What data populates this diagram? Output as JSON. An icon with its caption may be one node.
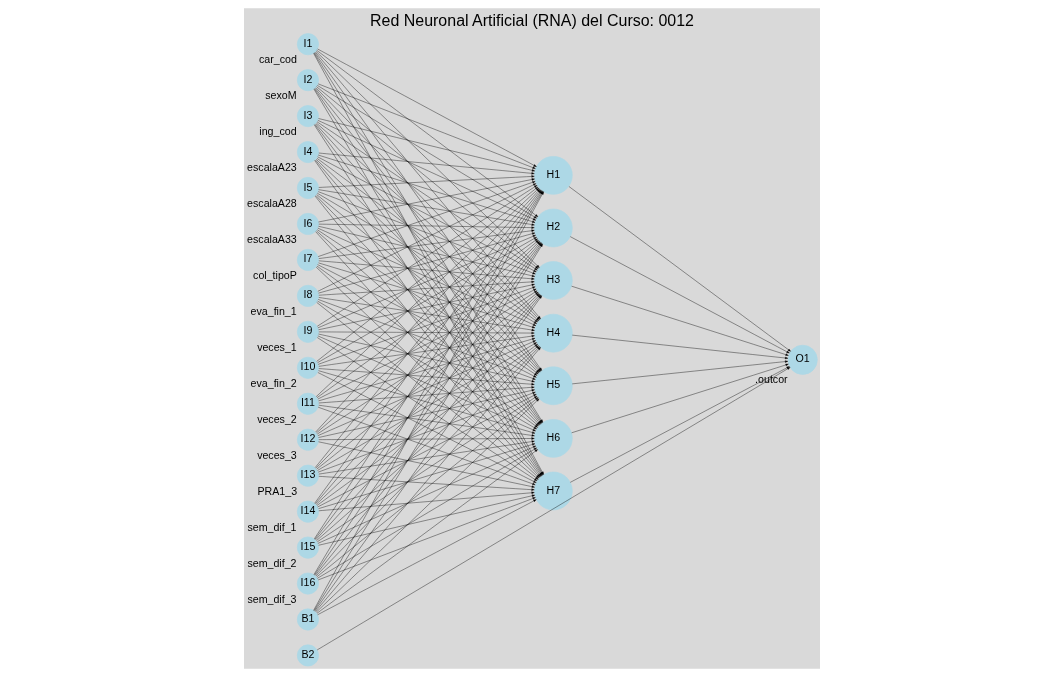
{
  "diagram": {
    "title": "Red Neuronal Artificial (RNA) del Curso: 0012",
    "nodes": [
      {
        "text": [
          "I1"
        ],
        "beside": [
          "car_cod"
        ]
      },
      {
        "text": [
          "I2"
        ],
        "beside": [
          "sexoM"
        ]
      },
      {
        "text": [
          "I3"
        ],
        "beside": [
          "ing_cod"
        ]
      },
      {
        "text": [
          "I4"
        ],
        "beside": [
          "escalaA23"
        ]
      },
      {
        "text": [
          "I5"
        ],
        "beside": [
          "escalaA28"
        ]
      },
      {
        "text": [
          "I6"
        ],
        "beside": [
          "escalaA33"
        ]
      },
      {
        "text": [
          "I7"
        ],
        "beside": [
          "col_tipoP"
        ]
      },
      {
        "text": [
          "I8"
        ],
        "beside": [
          "eva_fin_1"
        ]
      },
      {
        "text": [
          "I9"
        ],
        "beside": [
          "veces_1"
        ]
      },
      {
        "text": [
          "I10"
        ],
        "beside": [
          "eva_fin_2"
        ]
      },
      {
        "text": [
          "I11"
        ],
        "beside": [
          "veces_2"
        ]
      },
      {
        "text": [
          "I12"
        ],
        "beside": [
          "veces_3"
        ]
      },
      {
        "text": [
          "I13"
        ],
        "beside": [
          "PRA1_3"
        ]
      },
      {
        "text": [
          "I14"
        ],
        "beside": [
          "sem_dif_1"
        ]
      },
      {
        "text": [
          "I15"
        ],
        "beside": [
          "sem_dif_2"
        ]
      },
      {
        "text": [
          "I16"
        ],
        "beside": [
          "sem_dif_3"
        ]
      },
      {
        "text": [
          "B1"
        ]
      },
      {
        "text": [
          "H1"
        ]
      },
      {
        "text": [
          "H2"
        ]
      },
      {
        "text": [
          "H3"
        ]
      },
      {
        "text": [
          "H4"
        ]
      },
      {
        "text": [
          "H5"
        ]
      },
      {
        "text": [
          "H6"
        ]
      },
      {
        "text": [
          "H7"
        ]
      },
      {
        "text": [
          "B2"
        ]
      },
      {
        "text": [
          "O1"
        ],
        "beside": [
          ".outcor"
        ]
      }
    ],
    "edges": [
      {
        "from": 0,
        "to": 17,
        "arrow": "to"
      },
      {
        "from": 0,
        "to": 18,
        "arrow": "to"
      },
      {
        "from": 0,
        "to": 19,
        "arrow": "to"
      },
      {
        "from": 0,
        "to": 20,
        "arrow": "to"
      },
      {
        "from": 0,
        "to": 21,
        "arrow": "to"
      },
      {
        "from": 0,
        "to": 22,
        "arrow": "to"
      },
      {
        "from": 0,
        "to": 23,
        "arrow": "to"
      },
      {
        "from": 1,
        "to": 17,
        "arrow": "to"
      },
      {
        "from": 1,
        "to": 18,
        "arrow": "to"
      },
      {
        "from": 1,
        "to": 19,
        "arrow": "to"
      },
      {
        "from": 1,
        "to": 20,
        "arrow": "to"
      },
      {
        "from": 1,
        "to": 21,
        "arrow": "to"
      },
      {
        "from": 1,
        "to": 22,
        "arrow": "to"
      },
      {
        "from": 1,
        "to": 23,
        "arrow": "to"
      },
      {
        "from": 2,
        "to": 17,
        "arrow": "to"
      },
      {
        "from": 2,
        "to": 18,
        "arrow": "to"
      },
      {
        "from": 2,
        "to": 19,
        "arrow": "to"
      },
      {
        "from": 2,
        "to": 20,
        "arrow": "to"
      },
      {
        "from": 2,
        "to": 21,
        "arrow": "to"
      },
      {
        "from": 2,
        "to": 22,
        "arrow": "to"
      },
      {
        "from": 2,
        "to": 23,
        "arrow": "to"
      },
      {
        "from": 3,
        "to": 17,
        "arrow": "to"
      },
      {
        "from": 3,
        "to": 18,
        "arrow": "to"
      },
      {
        "from": 3,
        "to": 19,
        "arrow": "to"
      },
      {
        "from": 3,
        "to": 20,
        "arrow": "to"
      },
      {
        "from": 3,
        "to": 21,
        "arrow": "to"
      },
      {
        "from": 3,
        "to": 22,
        "arrow": "to"
      },
      {
        "from": 3,
        "to": 23,
        "arrow": "to"
      },
      {
        "from": 4,
        "to": 17,
        "arrow": "to"
      },
      {
        "from": 4,
        "to": 18,
        "arrow": "to"
      },
      {
        "from": 4,
        "to": 19,
        "arrow": "to"
      },
      {
        "from": 4,
        "to": 20,
        "arrow": "to"
      },
      {
        "from": 4,
        "to": 21,
        "arrow": "to"
      },
      {
        "from": 4,
        "to": 22,
        "arrow": "to"
      },
      {
        "from": 4,
        "to": 23,
        "arrow": "to"
      },
      {
        "from": 5,
        "to": 17,
        "arrow": "to"
      },
      {
        "from": 5,
        "to": 18,
        "arrow": "to"
      },
      {
        "from": 5,
        "to": 19,
        "arrow": "to"
      },
      {
        "from": 5,
        "to": 20,
        "arrow": "to"
      },
      {
        "from": 5,
        "to": 21,
        "arrow": "to"
      },
      {
        "from": 5,
        "to": 22,
        "arrow": "to"
      },
      {
        "from": 5,
        "to": 23,
        "arrow": "to"
      },
      {
        "from": 6,
        "to": 17,
        "arrow": "to"
      },
      {
        "from": 6,
        "to": 18,
        "arrow": "to"
      },
      {
        "from": 6,
        "to": 19,
        "arrow": "to"
      },
      {
        "from": 6,
        "to": 20,
        "arrow": "to"
      },
      {
        "from": 6,
        "to": 21,
        "arrow": "to"
      },
      {
        "from": 6,
        "to": 22,
        "arrow": "to"
      },
      {
        "from": 6,
        "to": 23,
        "arrow": "to"
      },
      {
        "from": 7,
        "to": 17,
        "arrow": "to"
      },
      {
        "from": 7,
        "to": 18,
        "arrow": "to"
      },
      {
        "from": 7,
        "to": 19,
        "arrow": "to"
      },
      {
        "from": 7,
        "to": 20,
        "arrow": "to"
      },
      {
        "from": 7,
        "to": 21,
        "arrow": "to"
      },
      {
        "from": 7,
        "to": 22,
        "arrow": "to"
      },
      {
        "from": 7,
        "to": 23,
        "arrow": "to"
      },
      {
        "from": 8,
        "to": 17,
        "arrow": "to"
      },
      {
        "from": 8,
        "to": 18,
        "arrow": "to"
      },
      {
        "from": 8,
        "to": 19,
        "arrow": "to"
      },
      {
        "from": 8,
        "to": 20,
        "arrow": "to"
      },
      {
        "from": 8,
        "to": 21,
        "arrow": "to"
      },
      {
        "from": 8,
        "to": 22,
        "arrow": "to"
      },
      {
        "from": 8,
        "to": 23,
        "arrow": "to"
      },
      {
        "from": 9,
        "to": 17,
        "arrow": "to"
      },
      {
        "from": 9,
        "to": 18,
        "arrow": "to"
      },
      {
        "from": 9,
        "to": 19,
        "arrow": "to"
      },
      {
        "from": 9,
        "to": 20,
        "arrow": "to"
      },
      {
        "from": 9,
        "to": 21,
        "arrow": "to"
      },
      {
        "from": 9,
        "to": 22,
        "arrow": "to"
      },
      {
        "from": 9,
        "to": 23,
        "arrow": "to"
      },
      {
        "from": 10,
        "to": 17,
        "arrow": "to"
      },
      {
        "from": 10,
        "to": 18,
        "arrow": "to"
      },
      {
        "from": 10,
        "to": 19,
        "arrow": "to"
      },
      {
        "from": 10,
        "to": 20,
        "arrow": "to"
      },
      {
        "from": 10,
        "to": 21,
        "arrow": "to"
      },
      {
        "from": 10,
        "to": 22,
        "arrow": "to"
      },
      {
        "from": 10,
        "to": 23,
        "arrow": "to"
      },
      {
        "from": 11,
        "to": 17,
        "arrow": "to"
      },
      {
        "from": 11,
        "to": 18,
        "arrow": "to"
      },
      {
        "from": 11,
        "to": 19,
        "arrow": "to"
      },
      {
        "from": 11,
        "to": 20,
        "arrow": "to"
      },
      {
        "from": 11,
        "to": 21,
        "arrow": "to"
      },
      {
        "from": 11,
        "to": 22,
        "arrow": "to"
      },
      {
        "from": 11,
        "to": 23,
        "arrow": "to"
      },
      {
        "from": 12,
        "to": 17,
        "arrow": "to"
      },
      {
        "from": 12,
        "to": 18,
        "arrow": "to"
      },
      {
        "from": 12,
        "to": 19,
        "arrow": "to"
      },
      {
        "from": 12,
        "to": 20,
        "arrow": "to"
      },
      {
        "from": 12,
        "to": 21,
        "arrow": "to"
      },
      {
        "from": 12,
        "to": 22,
        "arrow": "to"
      },
      {
        "from": 12,
        "to": 23,
        "arrow": "to"
      },
      {
        "from": 13,
        "to": 17,
        "arrow": "to"
      },
      {
        "from": 13,
        "to": 18,
        "arrow": "to"
      },
      {
        "from": 13,
        "to": 19,
        "arrow": "to"
      },
      {
        "from": 13,
        "to": 20,
        "arrow": "to"
      },
      {
        "from": 13,
        "to": 21,
        "arrow": "to"
      },
      {
        "from": 13,
        "to": 22,
        "arrow": "to"
      },
      {
        "from": 13,
        "to": 23,
        "arrow": "to"
      },
      {
        "from": 14,
        "to": 17,
        "arrow": "to"
      },
      {
        "from": 14,
        "to": 18,
        "arrow": "to"
      },
      {
        "from": 14,
        "to": 19,
        "arrow": "to"
      },
      {
        "from": 14,
        "to": 20,
        "arrow": "to"
      },
      {
        "from": 14,
        "to": 21,
        "arrow": "to"
      },
      {
        "from": 14,
        "to": 22,
        "arrow": "to"
      },
      {
        "from": 14,
        "to": 23,
        "arrow": "to"
      },
      {
        "from": 15,
        "to": 17,
        "arrow": "to"
      },
      {
        "from": 15,
        "to": 18,
        "arrow": "to"
      },
      {
        "from": 15,
        "to": 19,
        "arrow": "to"
      },
      {
        "from": 15,
        "to": 20,
        "arrow": "to"
      },
      {
        "from": 15,
        "to": 21,
        "arrow": "to"
      },
      {
        "from": 15,
        "to": 22,
        "arrow": "to"
      },
      {
        "from": 15,
        "to": 23,
        "arrow": "to"
      },
      {
        "from": 16,
        "to": 17,
        "arrow": "to"
      },
      {
        "from": 16,
        "to": 18,
        "arrow": "to"
      },
      {
        "from": 16,
        "to": 19,
        "arrow": "to"
      },
      {
        "from": 16,
        "to": 20,
        "arrow": "to"
      },
      {
        "from": 16,
        "to": 21,
        "arrow": "to"
      },
      {
        "from": 16,
        "to": 22,
        "arrow": "to"
      },
      {
        "from": 16,
        "to": 23,
        "arrow": "to"
      },
      {
        "from": 17,
        "to": 25,
        "arrow": "to"
      },
      {
        "from": 18,
        "to": 25,
        "arrow": "to"
      },
      {
        "from": 19,
        "to": 25,
        "arrow": "to"
      },
      {
        "from": 20,
        "to": 25,
        "arrow": "to"
      },
      {
        "from": 21,
        "to": 25,
        "arrow": "to"
      },
      {
        "from": 22,
        "to": 25,
        "arrow": "to"
      },
      {
        "from": 23,
        "to": 25,
        "arrow": "to"
      },
      {
        "from": 24,
        "to": 25,
        "arrow": "to"
      }
    ]
  }
}
